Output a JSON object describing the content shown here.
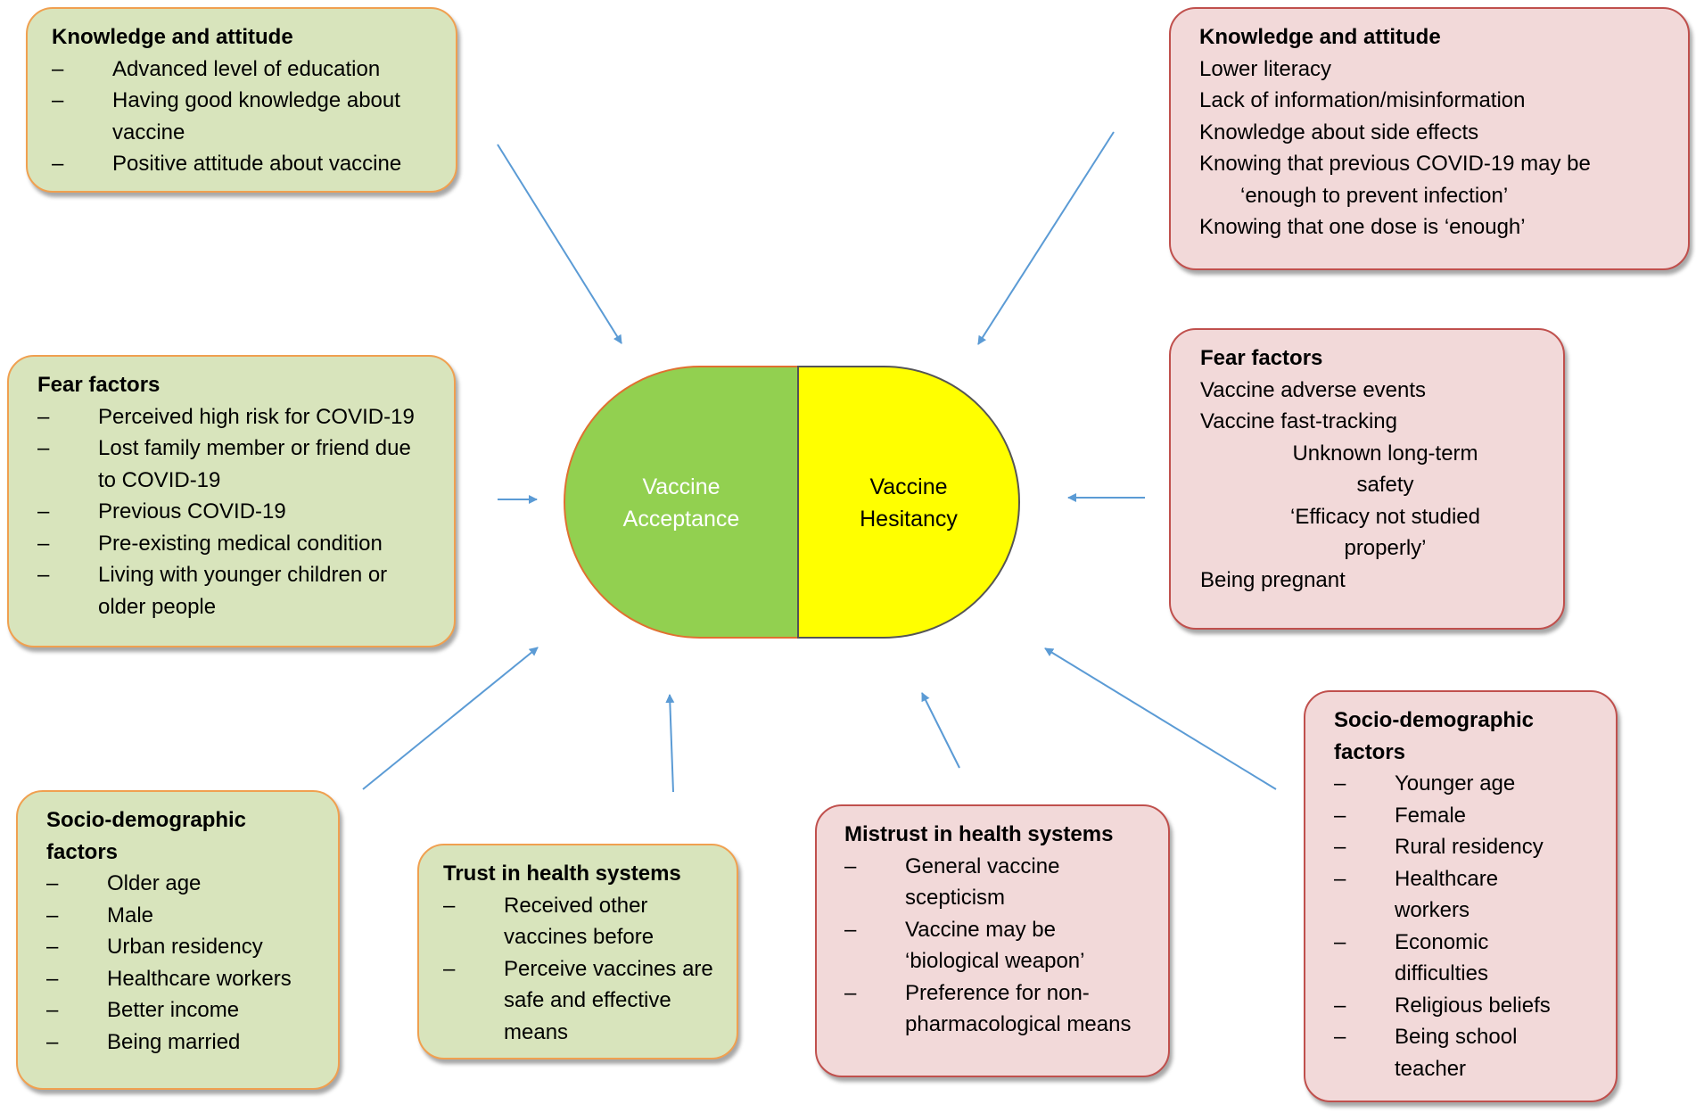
{
  "center": {
    "acceptance": "Vaccine\nAcceptance",
    "hesitancy": "Vaccine\nHesitancy"
  },
  "acceptance_factors": {
    "knowledge": {
      "title": "Knowledge and attitude",
      "items": [
        "Advanced level of education",
        "Having good knowledge about vaccine",
        "Positive attitude about vaccine"
      ]
    },
    "fear": {
      "title": "Fear factors",
      "items": [
        "Perceived high risk for COVID-19",
        "Lost family member or friend due to COVID-19",
        "Previous COVID-19",
        "Pre-existing medical condition",
        "Living with younger children or older people"
      ]
    },
    "sociodemographic": {
      "title": "Socio-demographic factors",
      "items": [
        "Older age",
        "Male",
        "Urban residency",
        "Healthcare workers",
        "Better income",
        "Being married"
      ]
    },
    "trust": {
      "title": "Trust in health systems",
      "items": [
        "Received other vaccines before",
        "Perceive vaccines are safe and effective means"
      ]
    }
  },
  "hesitancy_factors": {
    "knowledge": {
      "title": "Knowledge and attitude",
      "items": [
        "Lower literacy",
        "Lack of information/misinformation",
        "Knowledge about side effects",
        "Knowing that previous COVID-19 may be",
        "‘enough to prevent infection’",
        "Knowing that one dose is ‘enough’"
      ]
    },
    "fear": {
      "title": "Fear factors",
      "items": [
        "Vaccine adverse events",
        "Vaccine fast-tracking",
        "Unknown long-term safety",
        "‘Efficacy not studied properly’",
        "Being pregnant"
      ]
    },
    "mistrust": {
      "title": "Mistrust in health systems",
      "items": [
        "General vaccine scepticism",
        "Vaccine may be ‘biological weapon’",
        "Preference for non-pharmacological means"
      ]
    },
    "sociodemographic": {
      "title": "Socio-demographic factors",
      "items": [
        "Younger age",
        "Female",
        "Rural residency",
        "Healthcare workers",
        "Economic difficulties",
        "Religious beliefs",
        "Being school teacher"
      ]
    }
  },
  "bullet_symbol": "–",
  "colors": {
    "acceptance_fill": "#92d050",
    "hesitancy_fill": "#ffff00",
    "acceptance_box": "#d8e4bc",
    "hesitancy_box": "#f2d9d9",
    "arrow": "#5b9bd5"
  }
}
